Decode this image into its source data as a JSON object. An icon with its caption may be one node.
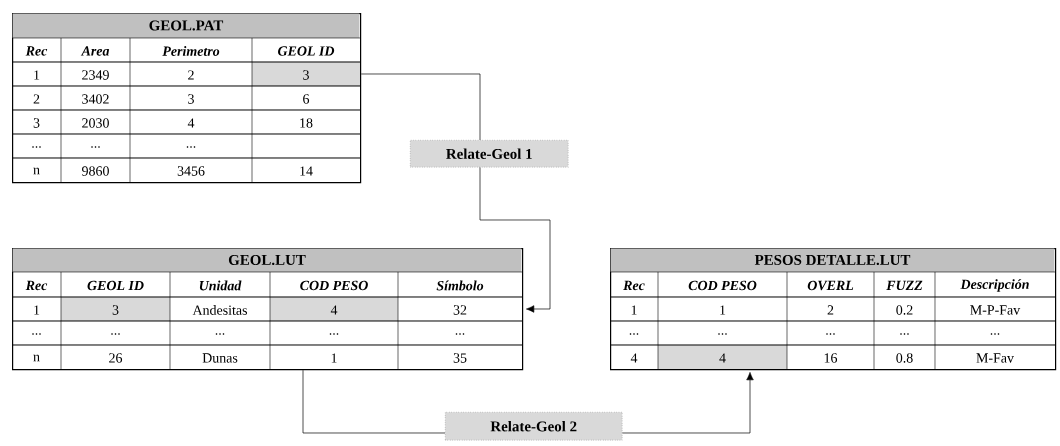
{
  "diagram": {
    "nodes": [
      {
        "text": [
          "GEOL.PAT"
        ]
      },
      {
        "text": [
          "Relate-Geol 1"
        ]
      },
      {
        "text": [
          "GEOL.LUT"
        ]
      },
      {
        "text": [
          "Relate-Geol 2"
        ]
      },
      {
        "text": [
          "PESOS DETALLE.LUT"
        ]
      }
    ],
    "edges": [
      {
        "from": 0,
        "to": 1,
        "arrow": "none"
      },
      {
        "from": 1,
        "to": 2,
        "arrow": "to"
      },
      {
        "from": 2,
        "to": 3,
        "arrow": "none"
      },
      {
        "from": 3,
        "to": 4,
        "arrow": "to"
      }
    ],
    "labels": [
      "Rec",
      "Area",
      "Perimetro",
      "GEOL ID",
      "1",
      "2349",
      "2",
      "3",
      "2",
      "3402",
      "3",
      "6",
      "3",
      "2030",
      "4",
      "18",
      "...",
      "...",
      "...",
      "n",
      "9860",
      "3456",
      "14",
      "Rec",
      "GEOL ID",
      "Unidad",
      "COD PESO",
      "Símbolo",
      "1",
      "3",
      "Andesitas",
      "4",
      "32",
      "...",
      "...",
      "...",
      "...",
      "...",
      "n",
      "26",
      "Dunas",
      "1",
      "35",
      "Rec",
      "COD PESO",
      "OVERL",
      "FUZZ",
      "Descripción",
      "1",
      "1",
      "2",
      "0.2",
      "M-P-Fav",
      "...",
      "...",
      "...",
      "...",
      "...",
      "4",
      "4",
      "16",
      "0.8",
      "M-Fav"
    ]
  }
}
